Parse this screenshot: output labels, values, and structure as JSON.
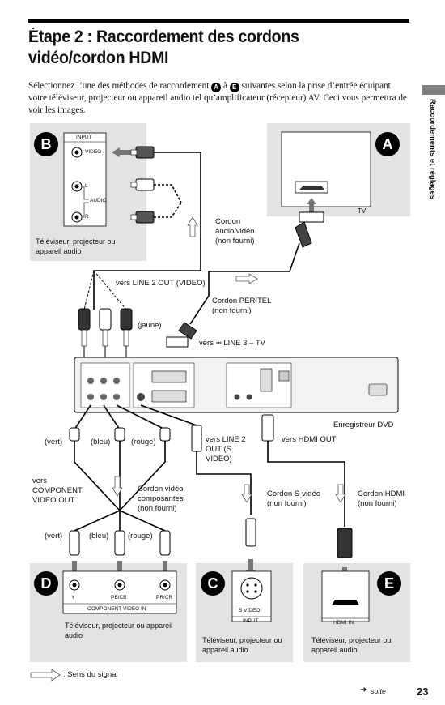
{
  "title": "Étape 2 : Raccordement des cordons vidéo/cordon HDMI",
  "intro": {
    "before": "Sélectionnez l’une des méthodes de raccordement",
    "first_badge": "A",
    "between": "à",
    "last_badge": "E",
    "after": "suivantes selon la prise d’entrée équipant votre téléviseur, projecteur ou appareil audio tel qu’amplificateur (récepteur) AV. Ceci vous permettra de voir les images."
  },
  "sidebar_label": "Raccordements et réglages",
  "panel_b": {
    "badge": "B",
    "input": "INPUT",
    "video": "VIDEO",
    "l": "L",
    "audio": "AUDIO",
    "r": "R",
    "caption": "Téléviseur, projecteur ou appareil audio"
  },
  "panel_a": {
    "badge": "A",
    "tv": "TV"
  },
  "labels": {
    "cordon_av": "Cordon audio/vidéo (non fourni)",
    "line2_video": "vers LINE 2 OUT (VIDEO)",
    "jaune": "(jaune)",
    "peritel": "Cordon PÉRITEL (non fourni)",
    "line3": "vers ⭲ LINE 3 – TV",
    "recorder": "Enregistreur DVD",
    "vert": "(vert)",
    "bleu": "(bleu)",
    "rouge": "(rouge)",
    "line2_svideo": "vers LINE 2 OUT (S VIDEO)",
    "hdmi_out": "vers HDMI OUT",
    "component_out": "vers COMPONENT VIDEO OUT",
    "cordon_comp": "Cordon vidéo composantes (non fourni)",
    "cordon_svideo": "Cordon S-vidéo (non fourni)",
    "cordon_hdmi": "Cordon HDMI (non fourni)"
  },
  "panel_d": {
    "badge": "D",
    "y": "Y",
    "pb": "PB/CB",
    "pr": "PR/CR",
    "component_in": "COMPONENT VIDEO IN",
    "caption": "Téléviseur, projecteur ou appareil audio"
  },
  "panel_c": {
    "badge": "C",
    "s_video": "S VIDEO",
    "input": "INPUT",
    "caption": "Téléviseur, projecteur ou appareil audio"
  },
  "panel_e": {
    "badge": "E",
    "hdmi_in": "HDMI IN",
    "caption": "Téléviseur, projecteur ou appareil audio"
  },
  "legend": ": Sens du signal",
  "footer": {
    "suite": "suite",
    "page": "23"
  }
}
